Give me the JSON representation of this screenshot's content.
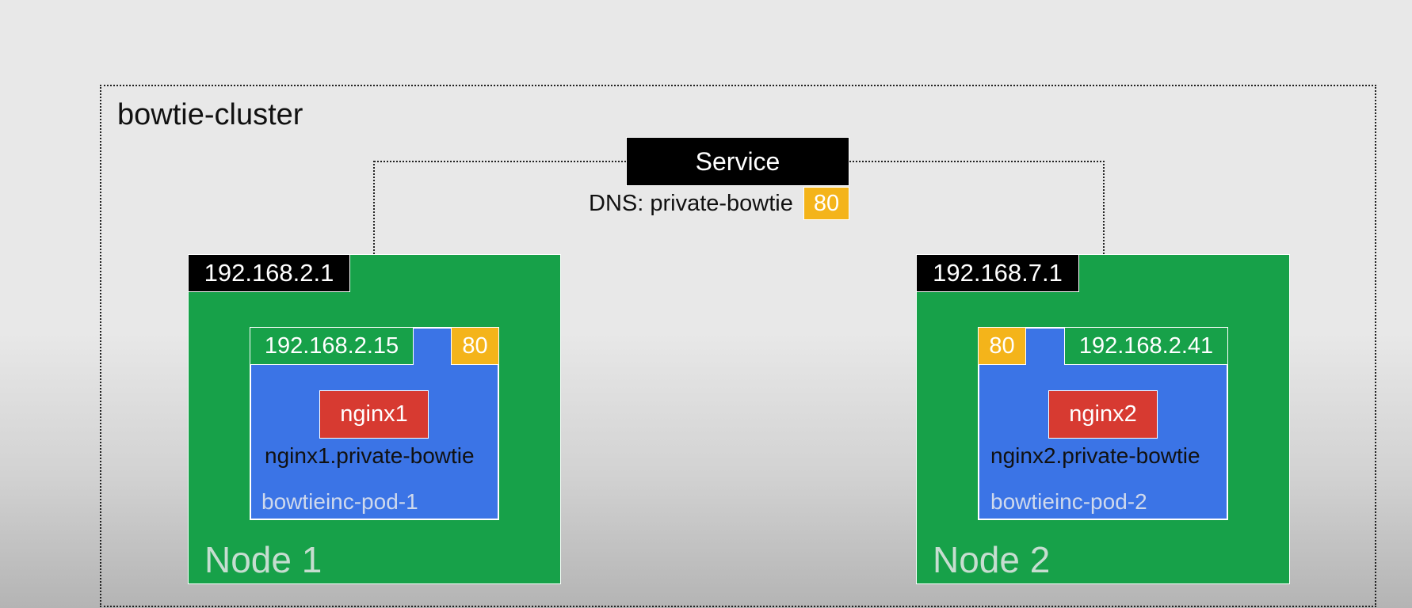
{
  "cluster": {
    "label": "bowtie-cluster"
  },
  "service": {
    "label": "Service",
    "dns": "DNS: private-bowtie",
    "port": "80"
  },
  "nodes": [
    {
      "label": "Node 1",
      "ip": "192.168.2.1",
      "pod": {
        "ip": "192.168.2.15",
        "port": "80",
        "container": "nginx1",
        "fqdn": "nginx1.private-bowtie",
        "name": "bowtieinc-pod-1"
      }
    },
    {
      "label": "Node 2",
      "ip": "192.168.7.1",
      "pod": {
        "ip": "192.168.2.41",
        "port": "80",
        "container": "nginx2",
        "fqdn": "nginx2.private-bowtie",
        "name": "bowtieinc-pod-2"
      }
    }
  ],
  "colors": {
    "node": "#17a149",
    "pod": "#3b74e6",
    "container": "#d73a31",
    "port": "#f4b41a",
    "label_bg": "#000000"
  }
}
